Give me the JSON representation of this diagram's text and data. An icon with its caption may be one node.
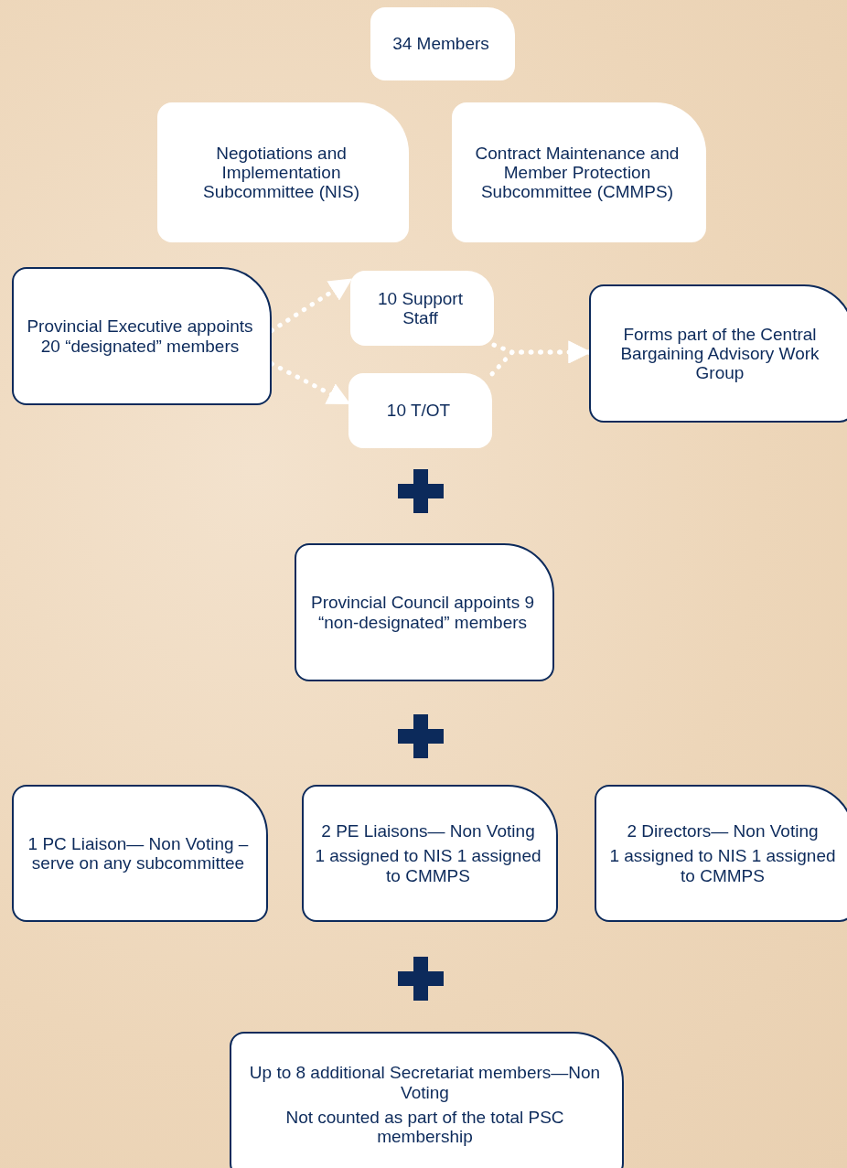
{
  "diagram": {
    "nodes": [
      {
        "text": [
          "34 Members"
        ]
      },
      {
        "text": [
          "Negotiations and Implementation Subcommittee (NIS)"
        ]
      },
      {
        "text": [
          "Contract Maintenance and Member Protection Subcommittee (CMMPS)"
        ]
      },
      {
        "text": [
          "Provincial Executive appoints 20 “designated” members"
        ]
      },
      {
        "text": [
          "10 Support Staff"
        ]
      },
      {
        "text": [
          "10 T/OT"
        ]
      },
      {
        "text": [
          "Forms part of the Central Bargaining Advisory Work Group"
        ]
      },
      {
        "text": [
          "Provincial Council appoints 9 “non-designated” members"
        ]
      },
      {
        "text": [
          "1 PC Liaison— Non Voting –serve on any subcommittee"
        ]
      },
      {
        "text": [
          "2 PE Liaisons— Non Voting",
          "1 assigned to NIS 1 assigned to CMMPS"
        ]
      },
      {
        "text": [
          "2 Directors— Non Voting",
          "1 assigned to NIS 1 assigned to CMMPS"
        ]
      },
      {
        "text": [
          "Up to 8 additional Secretariat members—Non Voting",
          "Not counted as part of the total PSC membership"
        ]
      }
    ],
    "edges": [
      {
        "from": 3,
        "to": 4,
        "arrow": "to",
        "style": "dashed",
        "color": "#ffffff"
      },
      {
        "from": 3,
        "to": 5,
        "arrow": "to",
        "style": "dashed",
        "color": "#ffffff"
      },
      {
        "from": 4,
        "to": 6,
        "arrow": "to",
        "style": "dashed",
        "color": "#ffffff"
      },
      {
        "from": 5,
        "to": 6,
        "arrow": "to",
        "style": "dashed",
        "color": "#ffffff"
      }
    ]
  }
}
